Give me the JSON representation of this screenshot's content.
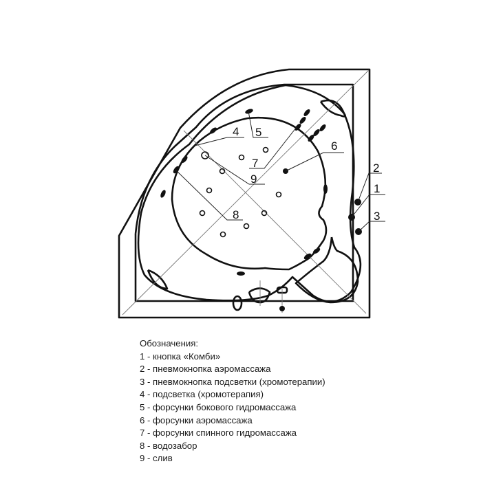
{
  "diagram": {
    "callouts": [
      "1",
      "2",
      "3",
      "4",
      "5",
      "6",
      "7",
      "8",
      "9"
    ]
  },
  "legend": {
    "title": "Обозначения:",
    "items": [
      "1 - кнопка «Комби»",
      "2 - пневмокнопка аэромассажа",
      "3 - пневмокнопка подсветки (хромотерапии)",
      "4 - подсветка (хромотерапия)",
      "5 - форсунки бокового гидромассажа",
      "6 - форсунки аэромассажа",
      "7 - форсунки спинного гидромассажа",
      "8 - водозабор",
      "9 - слив"
    ]
  }
}
